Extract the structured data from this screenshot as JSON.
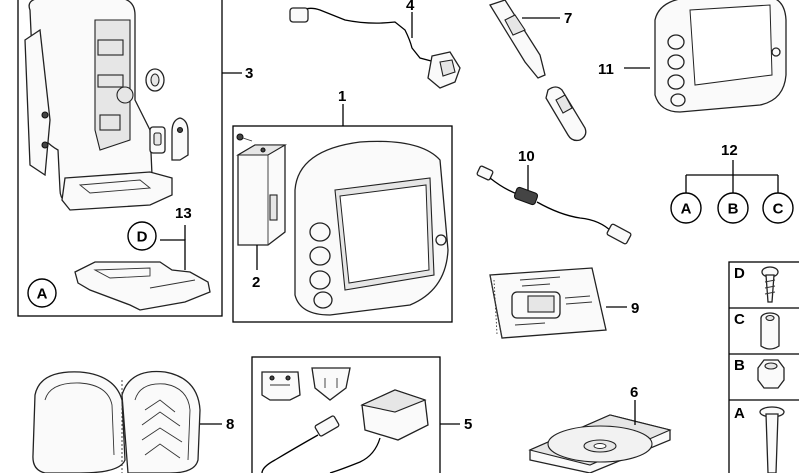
{
  "callouts": {
    "c1": "1",
    "c2": "2",
    "c3": "3",
    "c4": "4",
    "c5": "5",
    "c6": "6",
    "c7": "7",
    "c8": "8",
    "c9": "9",
    "c10": "10",
    "c11": "11",
    "c12": "12",
    "c13": "13"
  },
  "letters": {
    "a_main": "A",
    "d_main": "D",
    "a12": "A",
    "b12": "B",
    "c12": "C",
    "side_d": "D",
    "side_c": "C",
    "side_b": "B",
    "side_a": "A"
  }
}
